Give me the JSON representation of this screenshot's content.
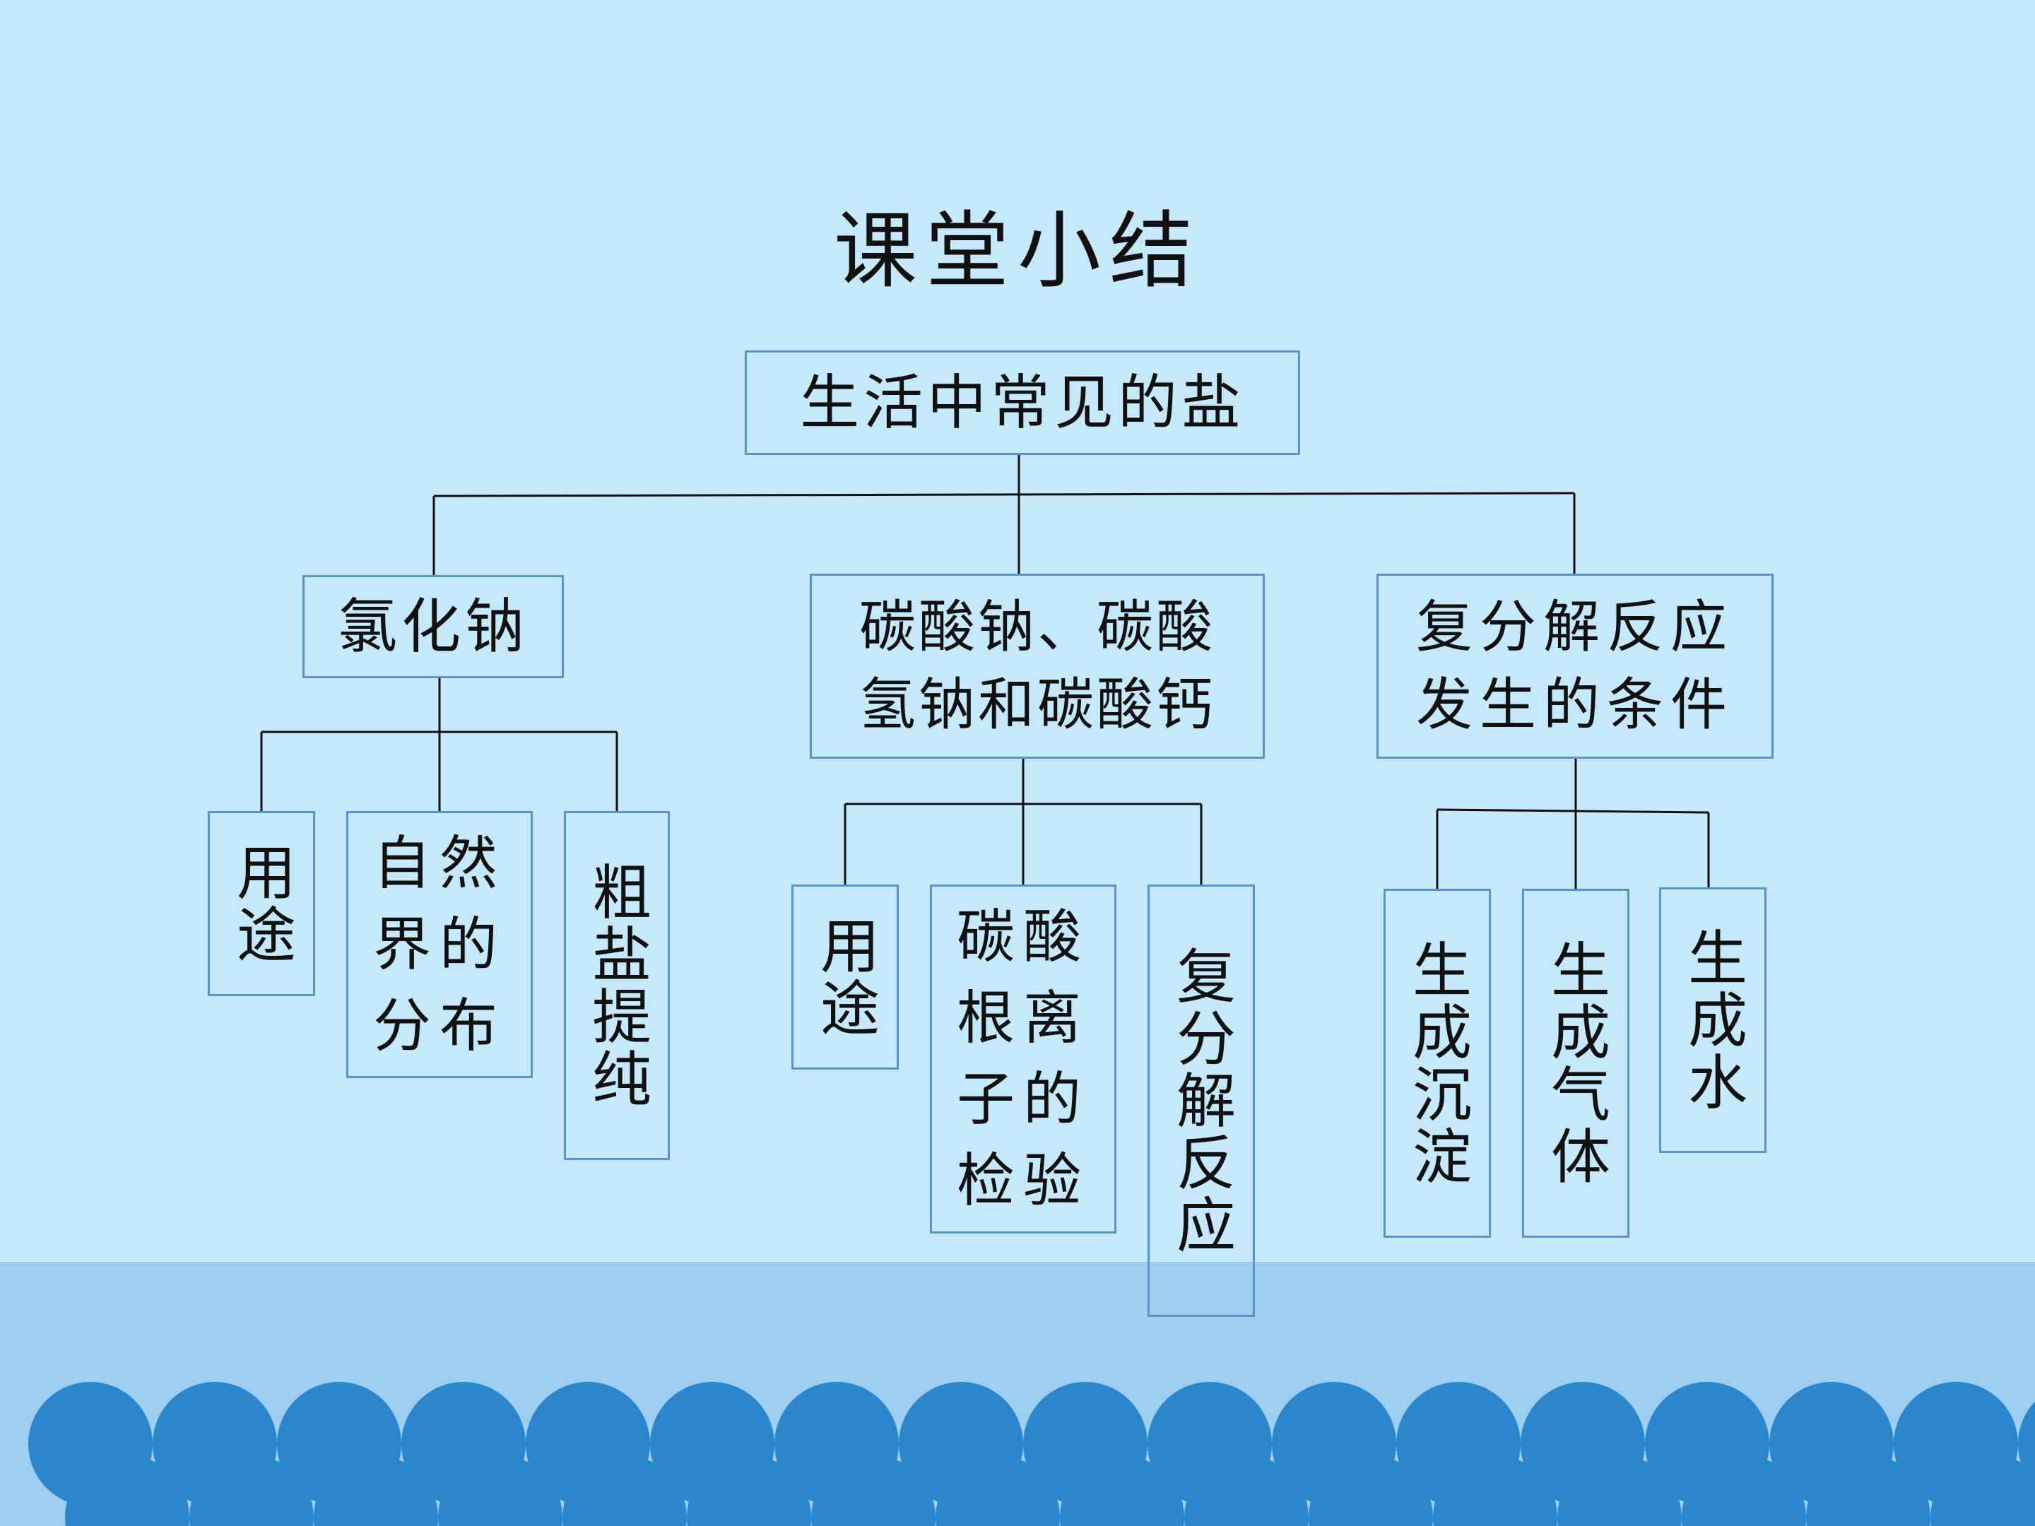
{
  "title": "课堂小结",
  "root": {
    "label": "生活中常见的盐"
  },
  "branches": [
    {
      "label": "氯化钠",
      "children": [
        "用途",
        "自然界的分布",
        "粗盐提纯"
      ]
    },
    {
      "label": "碳酸钠、碳酸氢钠和碳酸钙",
      "line1": "碳酸钠、碳酸",
      "line2": "氢钠和碳酸钙",
      "children": [
        "用途",
        "碳酸根离子的检验",
        "复分解反应"
      ]
    },
    {
      "label": "复分解反应发生的条件",
      "line1": "复分解反应",
      "line2": "发生的条件",
      "children": [
        "生成沉淀",
        "生成气体",
        "生成水"
      ]
    }
  ],
  "grid_text": {
    "natural_distribution": "自然\n界的\n分布",
    "carbonate_test": "碳酸\n根离\n子的\n检验"
  },
  "colors": {
    "background": "#c5e8fb",
    "band": "#9dcdf0",
    "wave": "#2b86cc",
    "node_border": "#5a93c9",
    "line": "#111111"
  }
}
